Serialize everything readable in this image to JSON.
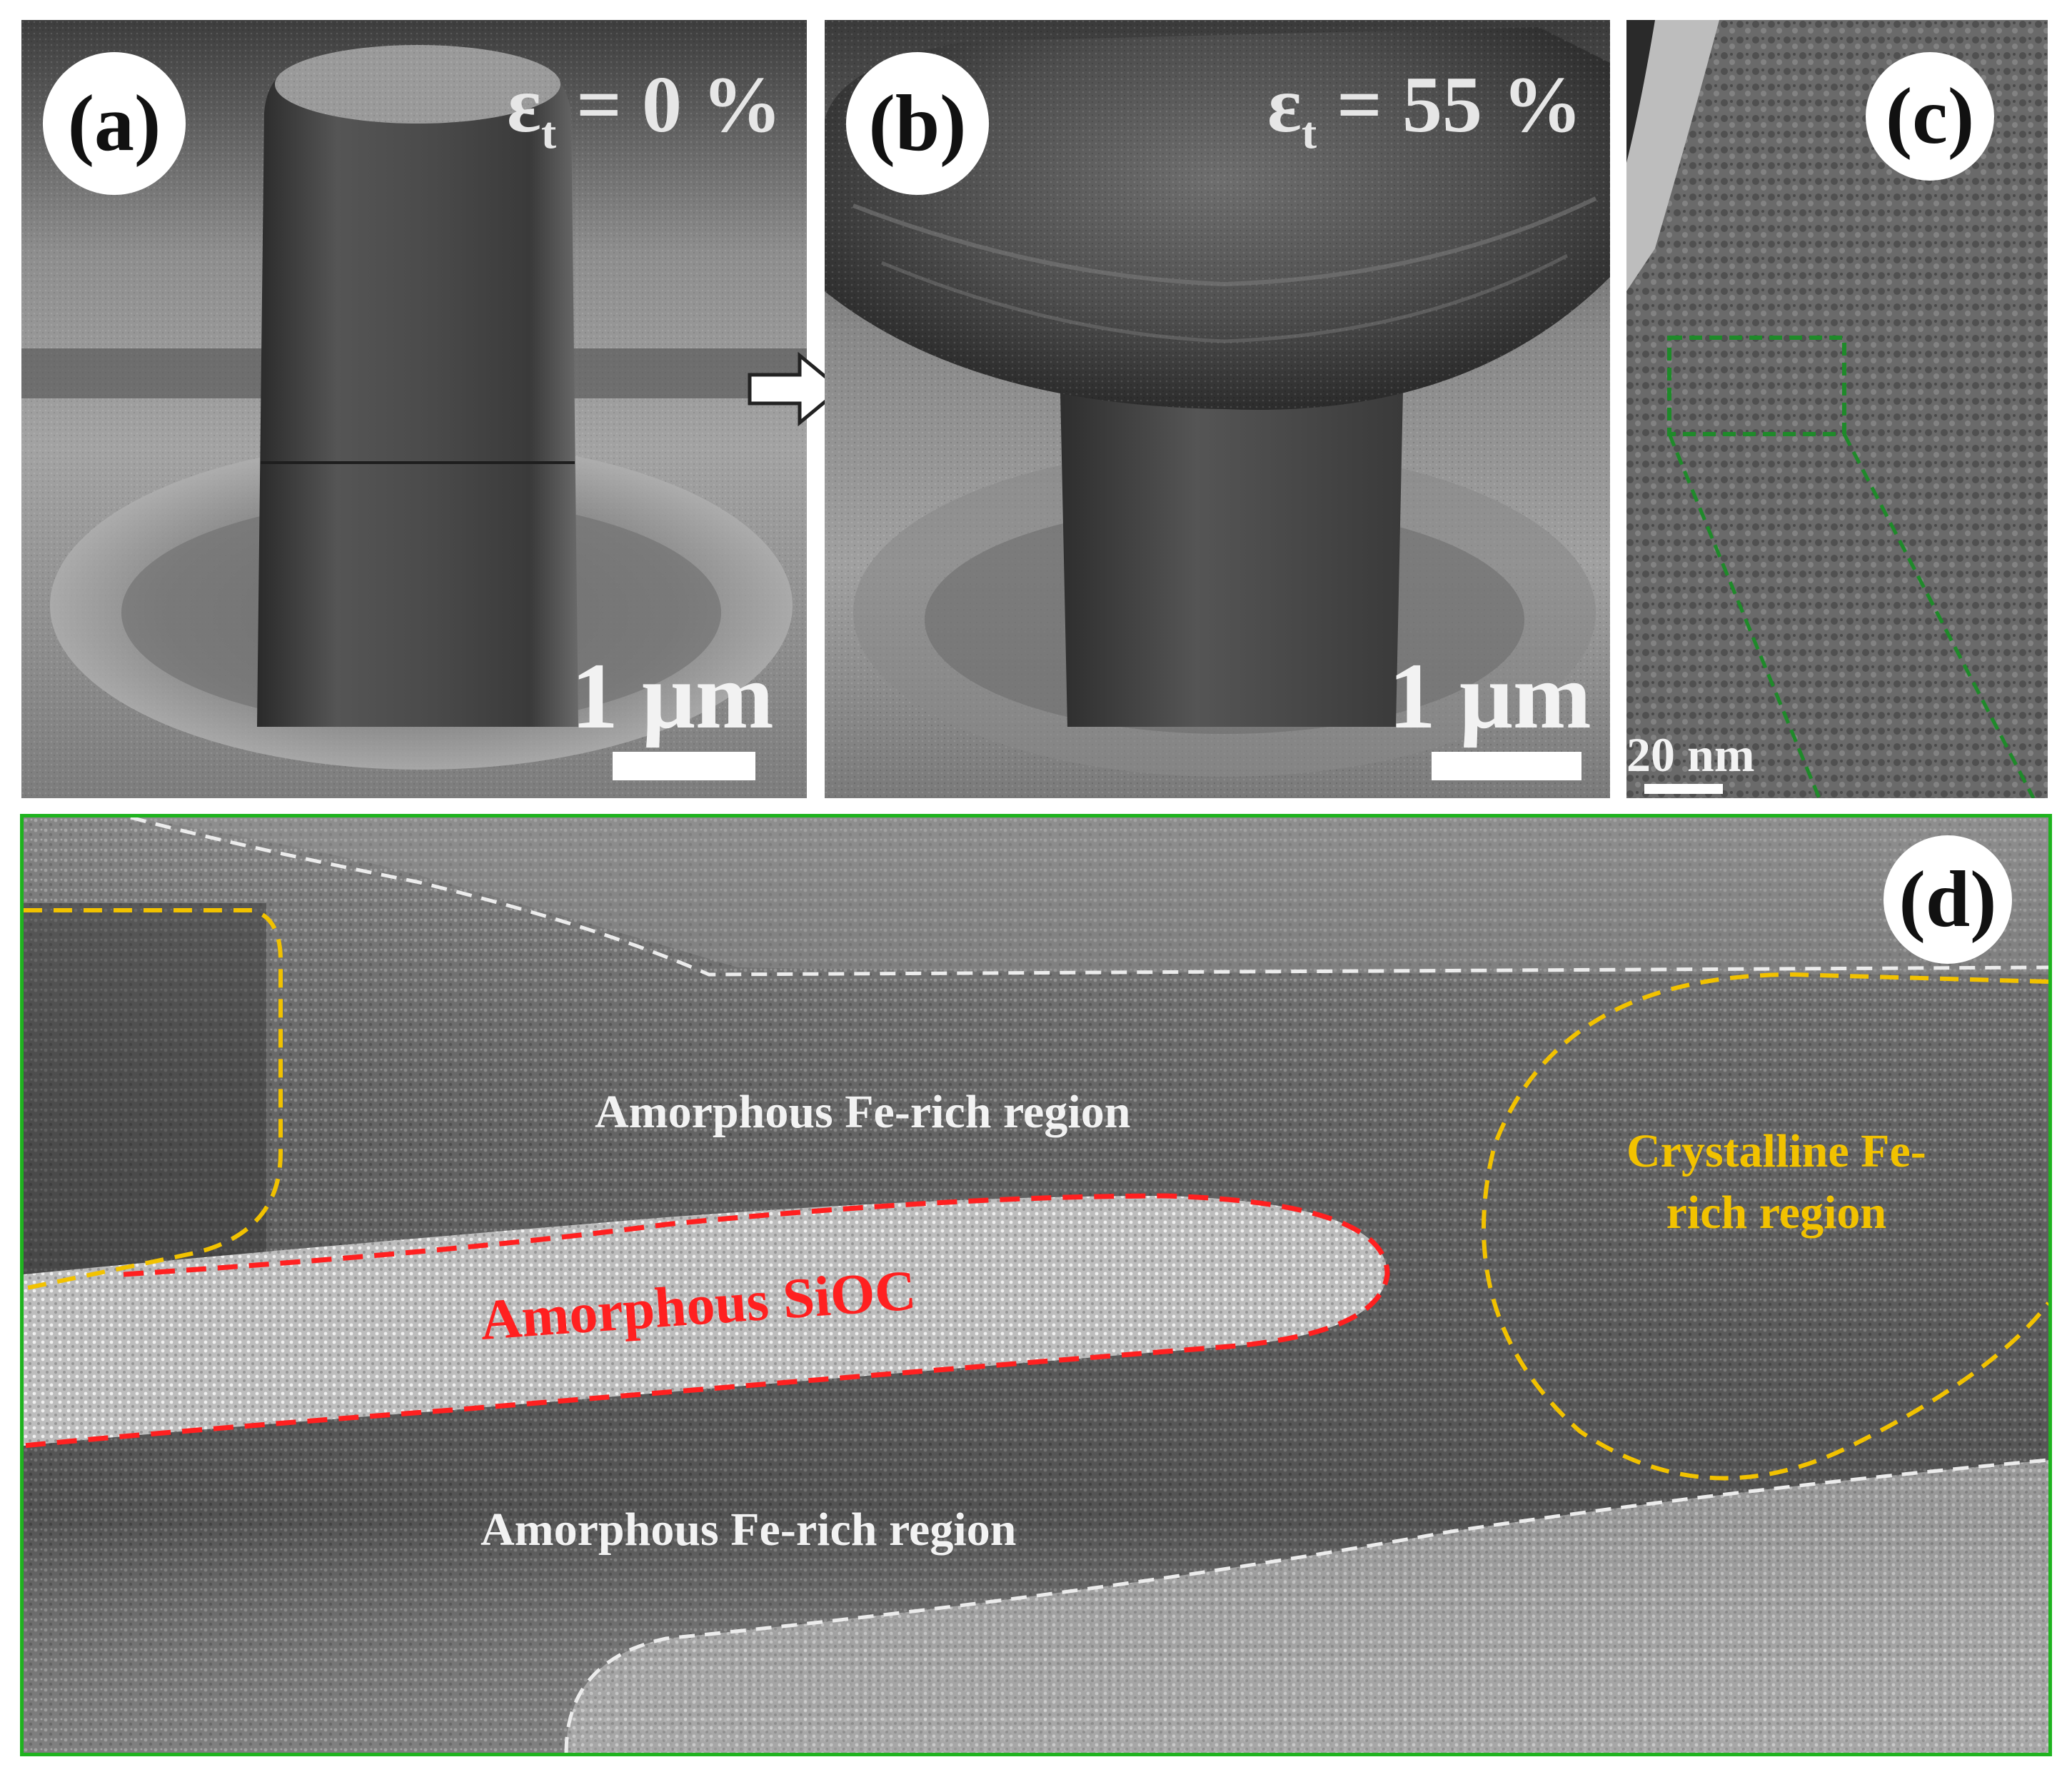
{
  "panels": {
    "a": {
      "label": "(a)",
      "strain_symbol": "ε",
      "strain_sub": "t",
      "strain_value": "= 0 %",
      "scale": "1 μm"
    },
    "b": {
      "label": "(b)",
      "strain_symbol": "ε",
      "strain_sub": "t",
      "strain_value": "= 55 %",
      "scale": "1 μm"
    },
    "c": {
      "label": "(c)",
      "scale": "20 nm"
    },
    "d": {
      "label": "(d)",
      "regions": {
        "amorphous_fe_top": "Amorphous Fe-rich region",
        "amorphous_fe_bottom": "Amorphous Fe-rich region",
        "amorphous_sioc": "Amorphous SiOC",
        "crystalline_line1": "Crystalline Fe-",
        "crystalline_line2": "rich region"
      }
    }
  },
  "colors": {
    "frame_green": "#1fb31f",
    "zoom_green": "#1f8a2a",
    "sioc_red": "#ff2020",
    "crystal_yellow": "#f2c200",
    "boundary_white": "#ececec"
  }
}
